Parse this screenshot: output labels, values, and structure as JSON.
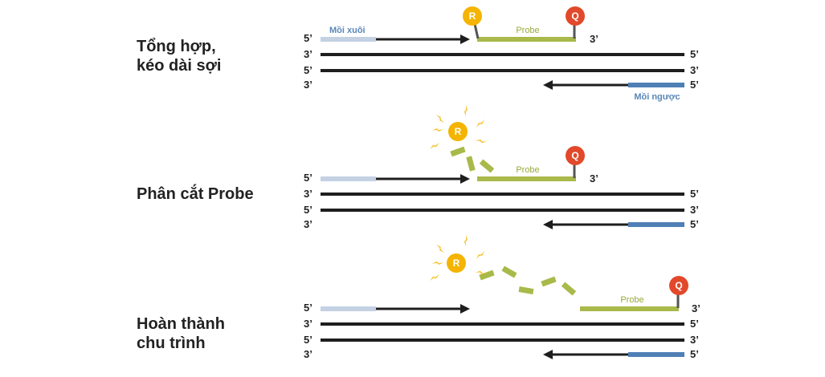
{
  "colors": {
    "strand": "#1e1e1e",
    "forward_primer": "#c3d1e3",
    "reverse_primer": "#4f7fb5",
    "probe": "#a9b94a",
    "reporter": "#f4b400",
    "quencher": "#e2492b",
    "spark": "#f4b400",
    "linker": "#555555"
  },
  "labels": {
    "five_prime": "5’",
    "three_prime": "3’",
    "forward_primer": "Mồi xuôi",
    "reverse_primer": "Mồi ngược",
    "probe": "Probe",
    "reporter": "R",
    "quencher": "Q"
  },
  "icons": {
    "reporter": "reporter-dye-icon",
    "quencher": "quencher-dye-icon",
    "fluorescence": "lightning-bolt-icon"
  },
  "steps": [
    {
      "id": "extension",
      "title": "Tổng hợp,\nkéo dài sợi",
      "probe_state": "intact",
      "show_forward_label": true,
      "show_reverse_label": true
    },
    {
      "id": "cleavage",
      "title": "Phân cắt Probe",
      "probe_state": "cleaving",
      "show_forward_label": false,
      "show_reverse_label": false
    },
    {
      "id": "complete",
      "title": "Hoàn thành\nchu trình",
      "probe_state": "released",
      "show_forward_label": false,
      "show_reverse_label": false
    }
  ]
}
